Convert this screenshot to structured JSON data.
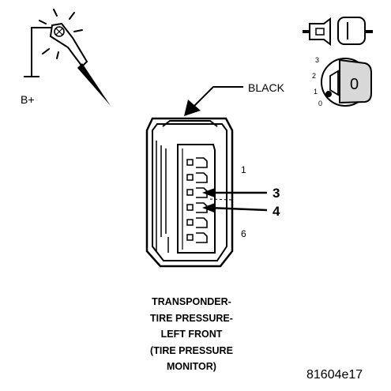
{
  "symbols": {
    "probe": {
      "icon": "test-light-probe-icon",
      "label": "B+"
    },
    "connector_icon": "disconnected-connector-icon",
    "ignition_icon": "ignition-key-off-icon",
    "ignition_scale": [
      "3",
      "2",
      "1",
      "0"
    ],
    "key_position": "0"
  },
  "connector": {
    "color_label": "BLACK",
    "pin_labels": {
      "first": "1",
      "last": "6"
    },
    "callouts": [
      "3",
      "4"
    ],
    "pin_count": 6
  },
  "caption": {
    "lines": [
      "TRANSPONDER-",
      "TIRE PRESSURE-",
      "LEFT FRONT",
      "(TIRE PRESSURE",
      "MONITOR)"
    ]
  },
  "figure_id": "81604e17"
}
